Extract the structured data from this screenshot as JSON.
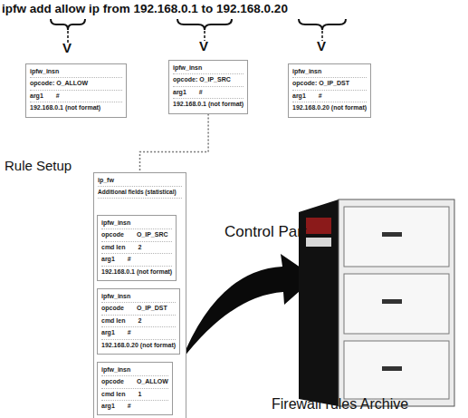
{
  "diagram": {
    "nodes": [
      {
        "text": [
          "ipfw_insn",
          "opcode: O_ALLOW",
          "arg1",
          "#",
          "192.168.0.1 (not format)"
        ]
      },
      {
        "text": [
          "ipfw_insn",
          "opcode: O_IP_SRC",
          "arg1",
          "#",
          "192.168.0.1 (not format)"
        ]
      },
      {
        "text": [
          "ipfw_insn",
          "opcode: O_IP_DST",
          "arg1",
          "#",
          "192.168.0.20 (not format)"
        ]
      },
      {
        "text": [
          "ip_fw",
          "Additional fields (statistical)"
        ]
      },
      {
        "text": [
          "ipfw_insn",
          "opcode",
          "O_IP_SRC",
          "cmd len",
          "2",
          "arg1",
          "#",
          "192.168.0.1 (not format)"
        ],
        "in": 3
      },
      {
        "text": [
          "ipfw_insn",
          "opcode",
          "O_IP_DST",
          "cmd len",
          "2",
          "arg1",
          "#",
          "192.168.0.20 (not format)"
        ],
        "in": 3
      },
      {
        "text": [
          "ipfw_insn",
          "opcode",
          "O_ALLOW",
          "cmd len",
          "1",
          "arg1",
          "#"
        ],
        "in": 3
      }
    ],
    "edges": [
      {
        "from": 1,
        "to": 3,
        "arrow": "none"
      }
    ],
    "labels": [
      "ipfw add allow ip from 192.168.0.1 to 192.168.0.20",
      "V",
      "V",
      "V",
      "Rule Setup",
      "Control Part",
      "Firewall rules Archive"
    ]
  }
}
